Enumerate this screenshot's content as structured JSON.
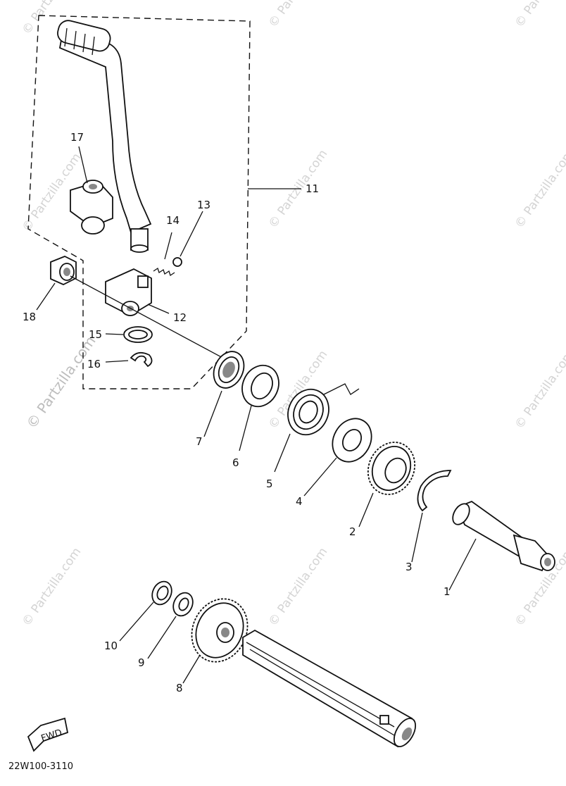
{
  "diagram": {
    "watermark": "© Partzilla.com",
    "diagram_code": "22W100-3110",
    "fwd_label": "FWD",
    "callouts": {
      "p1": "1",
      "p2": "2",
      "p3": "3",
      "p4": "4",
      "p5": "5",
      "p6": "6",
      "p7": "7",
      "p8": "8",
      "p9": "9",
      "p10": "10",
      "p11": "11",
      "p12": "12",
      "p13": "13",
      "p14": "14",
      "p15": "15",
      "p16": "16",
      "p17": "17",
      "p18": "18"
    }
  }
}
